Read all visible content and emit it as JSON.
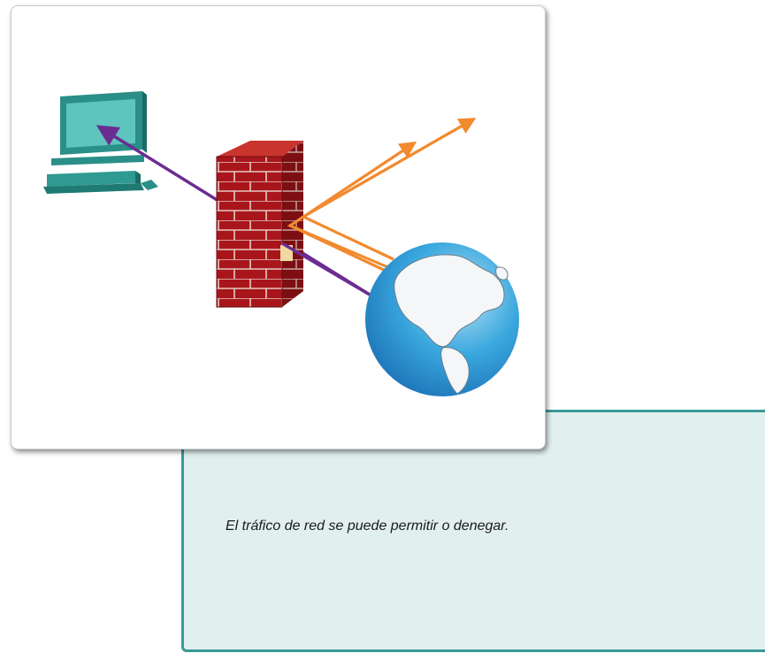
{
  "caption": {
    "text": "El tráfico de red se puede permitir o denegar."
  },
  "diagram": {
    "nodes": [
      {
        "id": "computer",
        "icon": "computer-icon"
      },
      {
        "id": "firewall",
        "icon": "firewall-icon"
      },
      {
        "id": "internet",
        "icon": "globe-icon"
      }
    ],
    "flows": [
      {
        "from": "internet",
        "to": "computer",
        "kind": "permitted",
        "color": "#6b2d91"
      },
      {
        "from": "internet",
        "to": "firewall",
        "kind": "denied",
        "color": "#f28a2e"
      }
    ]
  }
}
